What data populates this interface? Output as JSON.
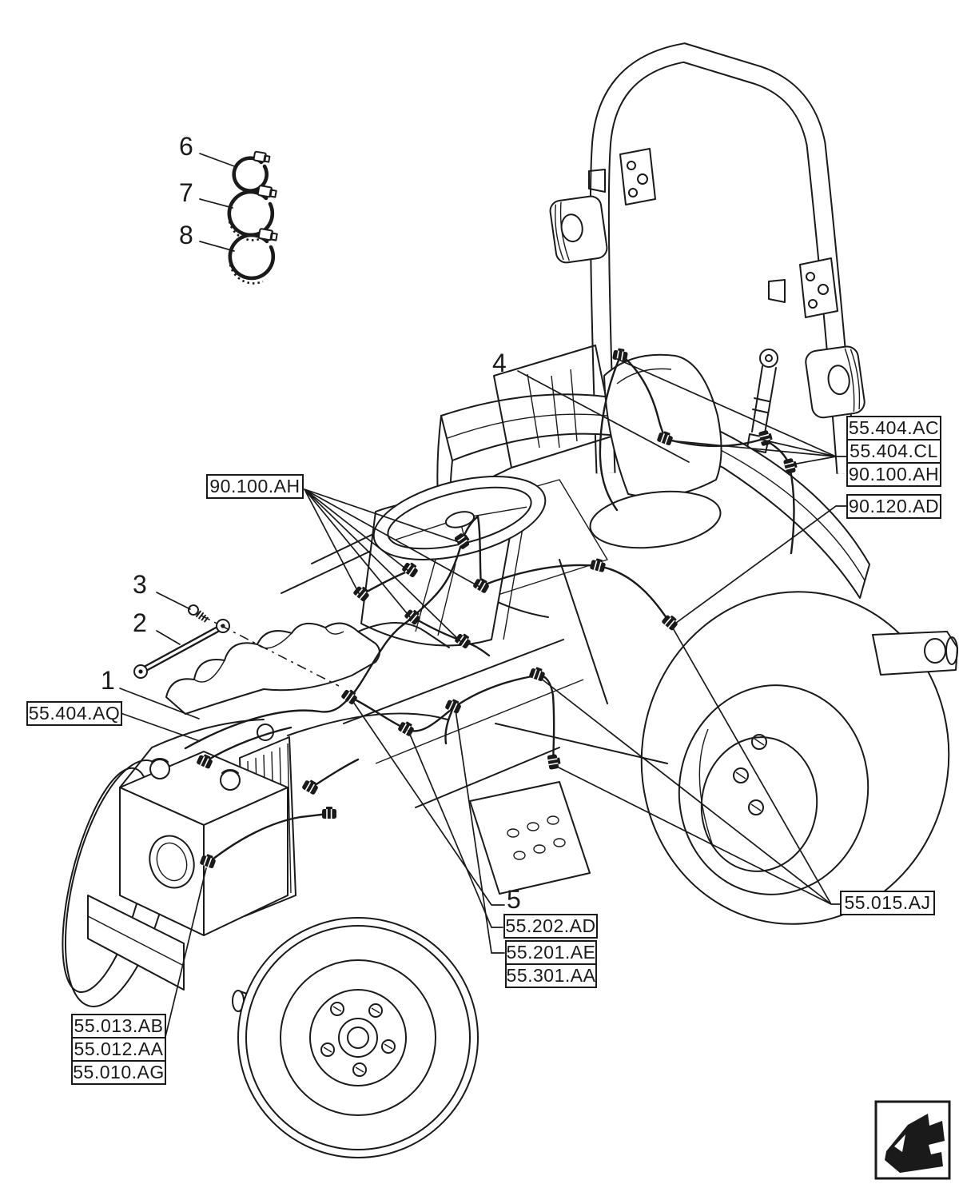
{
  "page": {
    "background": "#ffffff",
    "line_color": "#1a1a1a"
  },
  "callouts": {
    "left_steering": {
      "label": "90.100.AH"
    },
    "left_hood": {
      "label": "55.404.AQ"
    },
    "right_group": {
      "items": [
        "55.404.AC",
        "55.404.CL",
        "90.100.AH"
      ]
    },
    "right_single": {
      "label": "90.120.AD"
    },
    "right_lower": {
      "label": "55.015.AJ"
    },
    "bottom_center_single": {
      "label": "55.202.AD"
    },
    "bottom_center_group": {
      "items": [
        "55.201.AE",
        "55.301.AA"
      ]
    },
    "bottom_left_group": {
      "items": [
        "55.013.AB",
        "55.012.AA",
        "55.010.AG"
      ]
    }
  },
  "item_numbers": {
    "n1": "1",
    "n2": "2",
    "n3": "3",
    "n4": "4",
    "n5": "5",
    "n6": "6",
    "n7": "7",
    "n8": "8"
  },
  "icons": {
    "corner": "next-assembly-arrow-icon"
  }
}
